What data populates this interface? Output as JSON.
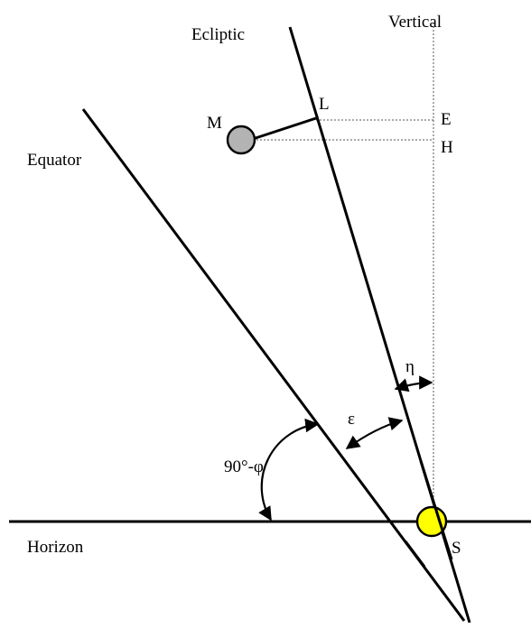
{
  "labels": {
    "vertical": "Vertical",
    "ecliptic": "Ecliptic",
    "equator": "Equator",
    "horizon": "Horizon",
    "moon": "M",
    "L": "L",
    "E": "E",
    "H": "H",
    "S": "S",
    "eta": "η",
    "epsilon": "ε",
    "complement_latitude": "90°-φ"
  },
  "colors": {
    "sun_fill": "#ffff00",
    "moon_fill": "#b3b3b3",
    "line": "#000000"
  }
}
